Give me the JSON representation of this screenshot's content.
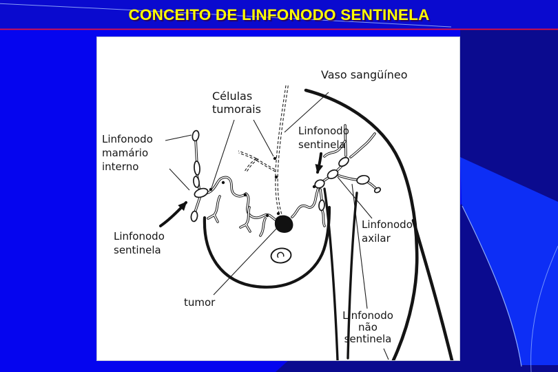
{
  "slide": {
    "title": "CONCEITO DE LINFONODO SENTINELA"
  },
  "colors": {
    "background_blue": "#0505ef",
    "band_blue": "#0a0acf",
    "navy": "#0b0b8f",
    "band_bright": "#0d2ef5",
    "accent_red": "#e8103c",
    "title_yellow": "#ffff00",
    "panel_white": "#ffffff",
    "ink": "#151515"
  },
  "diagram": {
    "labels": {
      "vaso": {
        "text": "Vaso sangüíneo"
      },
      "celulas": {
        "line1": "Células",
        "line2": "tumorais"
      },
      "sentinela_right": {
        "line1": "Linfonodo",
        "line2": "sentinela"
      },
      "mamario": {
        "line1": "Linfonodo",
        "line2": "mamário",
        "line3": "interno"
      },
      "sentinela_left": {
        "line1": "Linfonodo",
        "line2": "sentinela"
      },
      "axilar": {
        "line1": "Linfonodo",
        "line2": "axilar"
      },
      "tumor": {
        "text": "tumor"
      },
      "nao_sentinela": {
        "line1": "Linfonodo",
        "line2": "não",
        "line3": "sentinela"
      }
    }
  }
}
